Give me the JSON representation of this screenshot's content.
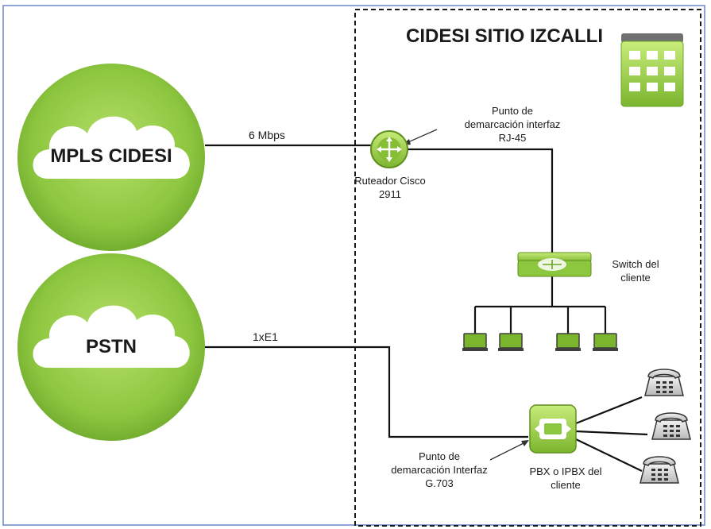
{
  "site": {
    "title": "CIDESI SITIO IZCALLI"
  },
  "clouds": {
    "mpls": {
      "label": "MPLS CIDESI"
    },
    "pstn": {
      "label": "PSTN"
    }
  },
  "links": {
    "mpls_speed": "6 Mbps",
    "pstn_trunk": "1xE1"
  },
  "router": {
    "label_line1": "Ruteador Cisco",
    "label_line2": "2911",
    "demarc_line1": "Punto de",
    "demarc_line2": "demarcación interfaz",
    "demarc_line3": "RJ-45"
  },
  "switch": {
    "label_line1": "Switch del",
    "label_line2": "cliente"
  },
  "pbx": {
    "label_line1": "PBX o IPBX del",
    "label_line2": "cliente",
    "demarc_line1": "Punto de",
    "demarc_line2": "demarcación Interfaz",
    "demarc_line3": "G.703"
  },
  "colors": {
    "green": "#8dc63f",
    "green_dark": "#6aa52a",
    "border": "#8ea4d6",
    "line": "#111111"
  },
  "icons": [
    "cloud-icon",
    "router-icon",
    "switch-icon",
    "laptop-icon",
    "pbx-icon",
    "telephone-icon",
    "building-icon"
  ]
}
